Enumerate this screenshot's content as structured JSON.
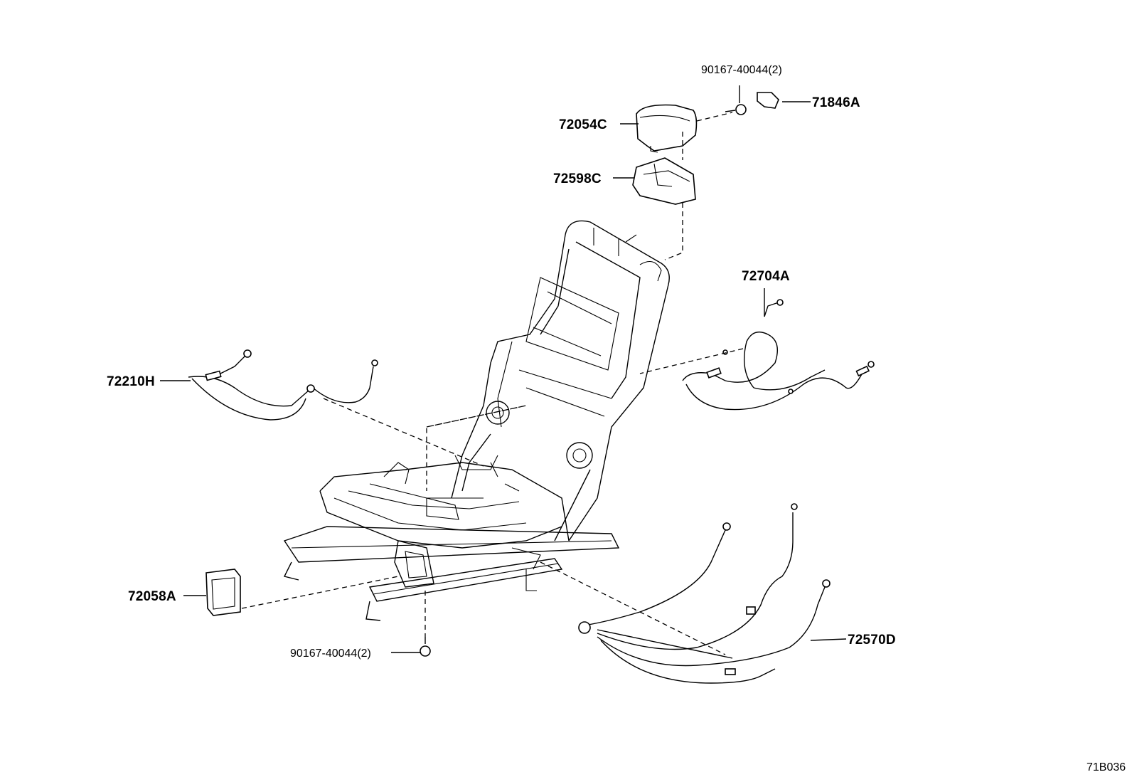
{
  "parts": [
    {
      "id": "72054C"
    },
    {
      "id": "72598C"
    },
    {
      "id": "71846A"
    },
    {
      "id": "90167-40044(2)"
    },
    {
      "id": "72704A"
    },
    {
      "id": "72210H"
    },
    {
      "id": "72058A"
    },
    {
      "id": "90167-40044(2)"
    },
    {
      "id": "72570D"
    }
  ],
  "diagram_code": "71B036"
}
